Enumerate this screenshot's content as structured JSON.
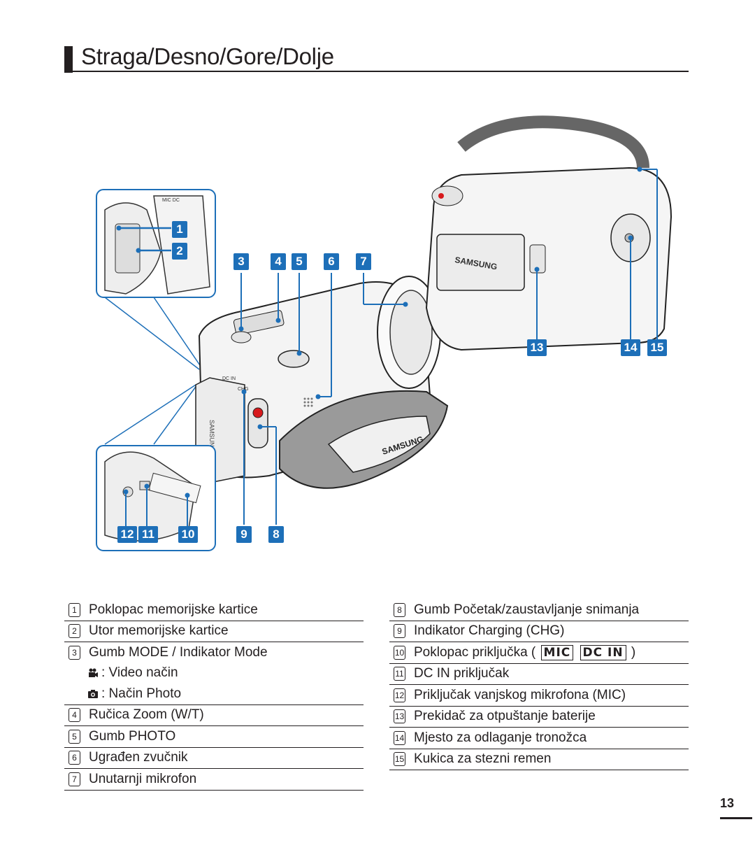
{
  "page": {
    "title": "Straga/Desno/Gore/Dolje",
    "page_number": "13"
  },
  "figure": {
    "callouts": [
      "1",
      "2",
      "3",
      "4",
      "5",
      "6",
      "7",
      "8",
      "9",
      "10",
      "11",
      "12",
      "13",
      "14",
      "15"
    ],
    "accent_color": "#1d6fb8",
    "brand": "SAMSUNG",
    "jack_labels": [
      "MIC",
      "DC IN",
      "CHG"
    ]
  },
  "legend_left": [
    {
      "num": "1",
      "text": "Poklopac memorijske kartice"
    },
    {
      "num": "2",
      "text": "Utor memorijske kartice"
    },
    {
      "num": "3",
      "text": "Gumb MODE / Indikator Mode"
    },
    {
      "num": "",
      "icon": "video-camera-icon",
      "text": ": Video način"
    },
    {
      "num": "",
      "icon": "photo-camera-icon",
      "text": ": Način Photo"
    },
    {
      "num": "4",
      "text": "Ručica Zoom (W/T)"
    },
    {
      "num": "5",
      "text": "Gumb PHOTO"
    },
    {
      "num": "6",
      "text": "Ugrađen zvučnik"
    },
    {
      "num": "7",
      "text": "Unutarnji mikrofon"
    }
  ],
  "legend_right": [
    {
      "num": "8",
      "text": "Gumb Početak/zaustavljanje snimanja"
    },
    {
      "num": "9",
      "text": "Indikator Charging (CHG)"
    },
    {
      "num": "10",
      "text_a": "Poklopac priključka (",
      "mic": "MIC",
      "dcin": "DC IN",
      "text_b": ")"
    },
    {
      "num": "11",
      "text": "DC IN priključak"
    },
    {
      "num": "12",
      "text": "Priključak vanjskog mikrofona (MIC)"
    },
    {
      "num": "13",
      "text": "Prekidač za otpuštanje baterije"
    },
    {
      "num": "14",
      "text": "Mjesto za odlaganje tronožca"
    },
    {
      "num": "15",
      "text": "Kukica za stezni remen"
    }
  ]
}
